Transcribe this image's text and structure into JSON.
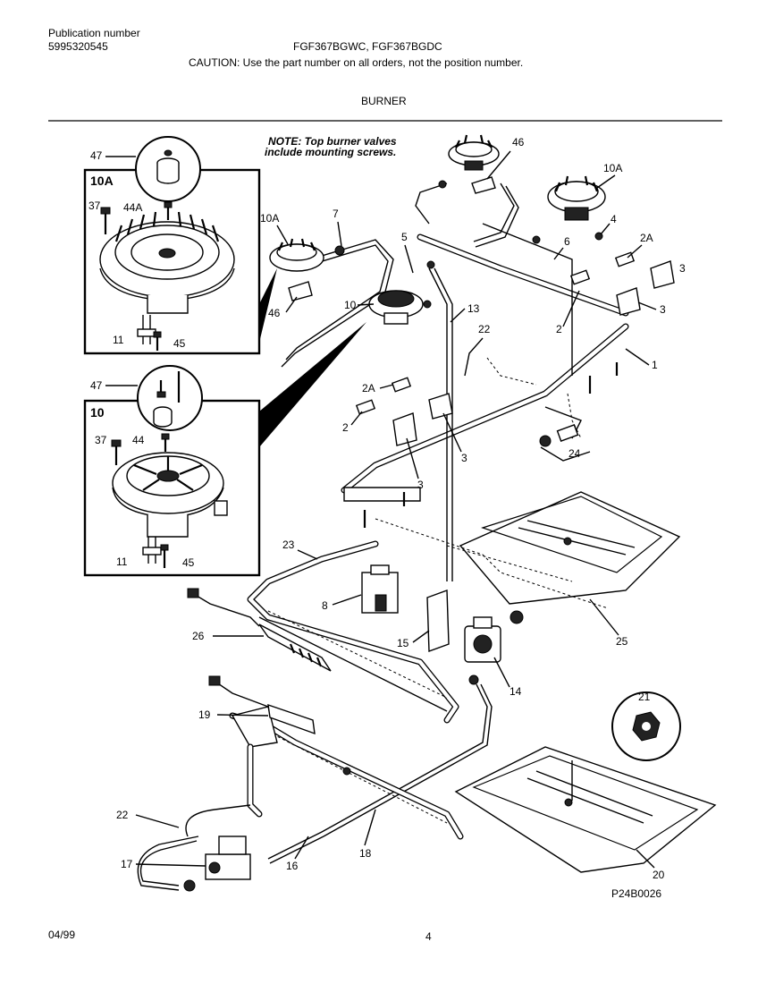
{
  "header": {
    "publication_label": "Publication number",
    "publication_number": "5995320545",
    "models": "FGF367BGWC, FGF367BGDC",
    "caution": "CAUTION:  Use the part number on all orders, not the position number.",
    "section_title": "BURNER"
  },
  "note": {
    "line1": "NOTE: Top burner valves",
    "line2": "include mounting screws."
  },
  "insets": {
    "top_label": "10A",
    "bottom_label": "10",
    "top_callouts": [
      "47",
      "37",
      "44A",
      "11",
      "45"
    ],
    "bottom_callouts": [
      "47",
      "37",
      "44",
      "11",
      "45"
    ]
  },
  "callouts": {
    "c46_top": "46",
    "c10A_right": "10A",
    "c4": "4",
    "c2A_right": "2A",
    "c3_far": "3",
    "c6": "6",
    "c3_right": "3",
    "c1": "1",
    "c2_right": "2",
    "c10A_mid": "10A",
    "c7": "7",
    "c5": "5",
    "c46_mid": "46",
    "c10": "10",
    "c13": "13",
    "c22_top": "22",
    "c2A_left": "2A",
    "c2_left": "2",
    "c3_a": "3",
    "c3_b": "3",
    "c24": "24",
    "c23": "23",
    "c8": "8",
    "c26": "26",
    "c15": "15",
    "c14": "14",
    "c25": "25",
    "c19": "19",
    "c21": "21",
    "c22_bottom": "22",
    "c17": "17",
    "c16": "16",
    "c18": "18",
    "c20": "20"
  },
  "diagram_code": "P24B0026",
  "footer": {
    "date": "04/99",
    "page": "4"
  }
}
